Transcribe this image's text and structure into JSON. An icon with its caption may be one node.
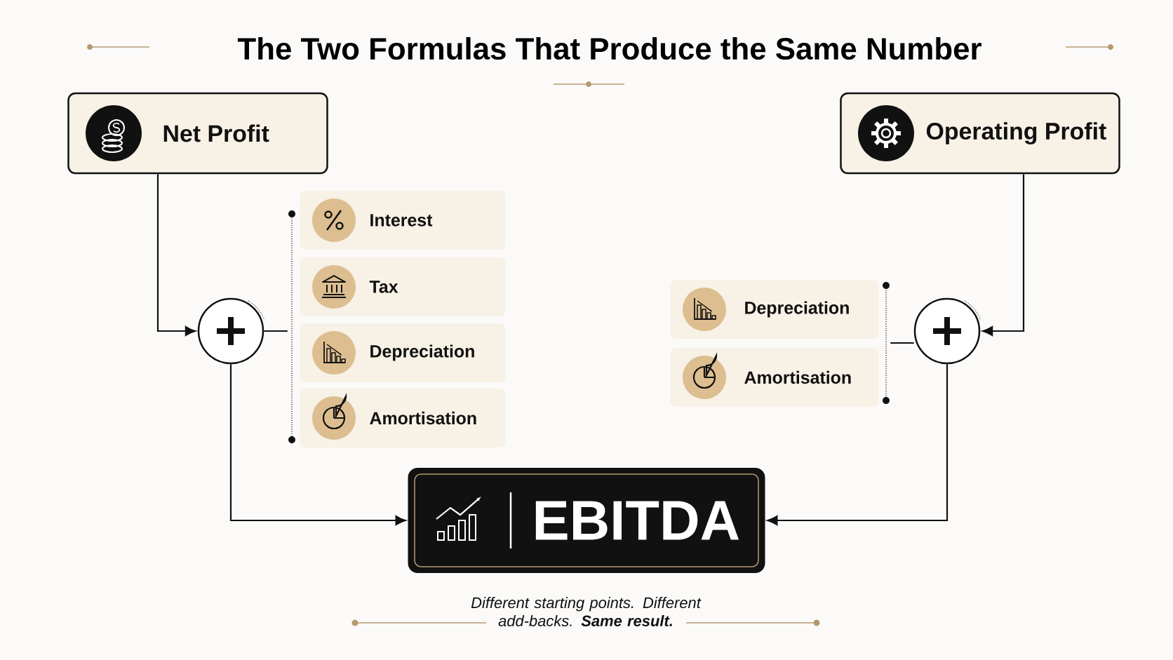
{
  "diagram": {
    "title": "The Two Formulas That Produce the Same Number",
    "caption": "Different starting points. Different add-backs. **Same result.**",
    "nodes": [
      {
        "text": [
          "Net Profit"
        ]
      },
      {
        "text": [
          "Operating Profit"
        ]
      },
      {
        "text": [],
        "shape": "circle"
      },
      {
        "text": [
          "Interest"
        ]
      },
      {
        "text": [
          "Tax"
        ]
      },
      {
        "text": [
          "Depreciation"
        ]
      },
      {
        "text": [
          "Amortisation"
        ]
      },
      {
        "text": [
          "Depreciation"
        ]
      },
      {
        "text": [
          "Amortisation"
        ]
      },
      {
        "text": [],
        "shape": "circle"
      },
      {
        "text": [
          "EBITDA"
        ]
      },
      {
        "text": [],
        "shape": "bar"
      },
      {
        "text": [],
        "shape": "bar"
      }
    ],
    "edges": [
      {
        "from": 0,
        "to": 2,
        "arrow": "to"
      },
      {
        "from": 1,
        "to": 9,
        "arrow": "to"
      },
      {
        "from": 2,
        "to": 10,
        "arrow": "to"
      },
      {
        "from": 9,
        "to": 10,
        "arrow": "to"
      },
      {
        "from": 2,
        "to": 11,
        "arrow": "none"
      },
      {
        "from": 12,
        "to": 9,
        "arrow": "none"
      }
    ]
  }
}
